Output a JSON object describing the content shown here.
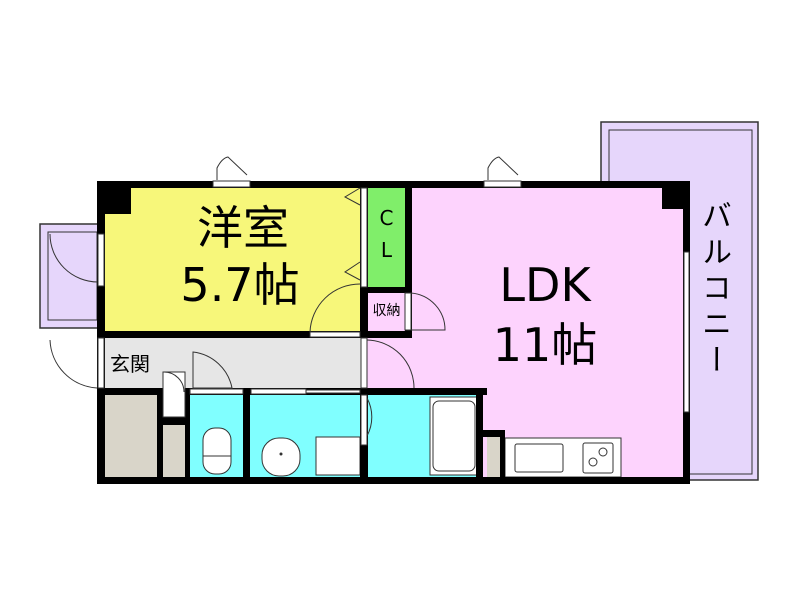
{
  "rooms": {
    "western": {
      "name": "洋室",
      "size": "5.7帖"
    },
    "closet": {
      "name_1": "C",
      "name_2": "L"
    },
    "storage": {
      "name": "収納"
    },
    "entrance": {
      "name": "玄関"
    },
    "ldk": {
      "name": "LDK",
      "size": "11帖"
    },
    "balcony": {
      "name": "バルコニー"
    }
  },
  "colors": {
    "western": "#f7f77a",
    "closet": "#80ee6a",
    "ldk": "#fdd3fd",
    "wet": "#80ffff",
    "entrance": "#e6e6e6",
    "storage_beige": "#d9d5c9",
    "balcony": "#e6d6fb",
    "wall": "#000000"
  }
}
